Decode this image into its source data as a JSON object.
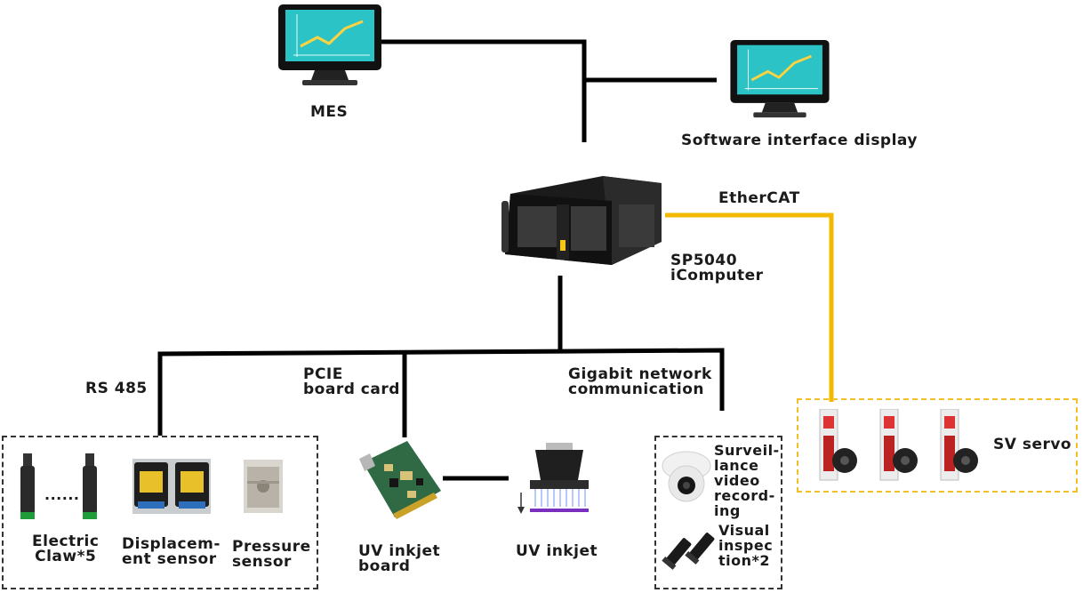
{
  "colors": {
    "wire": "#000000",
    "ethercat": "#f5b800",
    "dashed": "#333333",
    "servo_dashed": "#f3c02b",
    "monitor_screen": "#2bc3c6"
  },
  "nodes": {
    "mes": "MES",
    "software": "Software interface display",
    "ethercat": "EtherCAT",
    "computer": "SP5040\niComputer",
    "rs485": "RS 485",
    "pcie": "PCIE\nboard card",
    "gigabit": "Gigabit network\ncommunication",
    "electric_claw": "Electric\nClaw*5",
    "claw_dots": "......",
    "displacement": "Displacem-\nent sensor",
    "pressure": "Pressure\nsensor",
    "uv_board": "UV inkjet\nboard",
    "uv_inkjet": "UV inkjet",
    "surveillance": "Surveil-\nlance\nvideo\nrecord-\ning",
    "visual": "Visual\ninspec\ntion*2",
    "sv_servo": "SV servo"
  }
}
